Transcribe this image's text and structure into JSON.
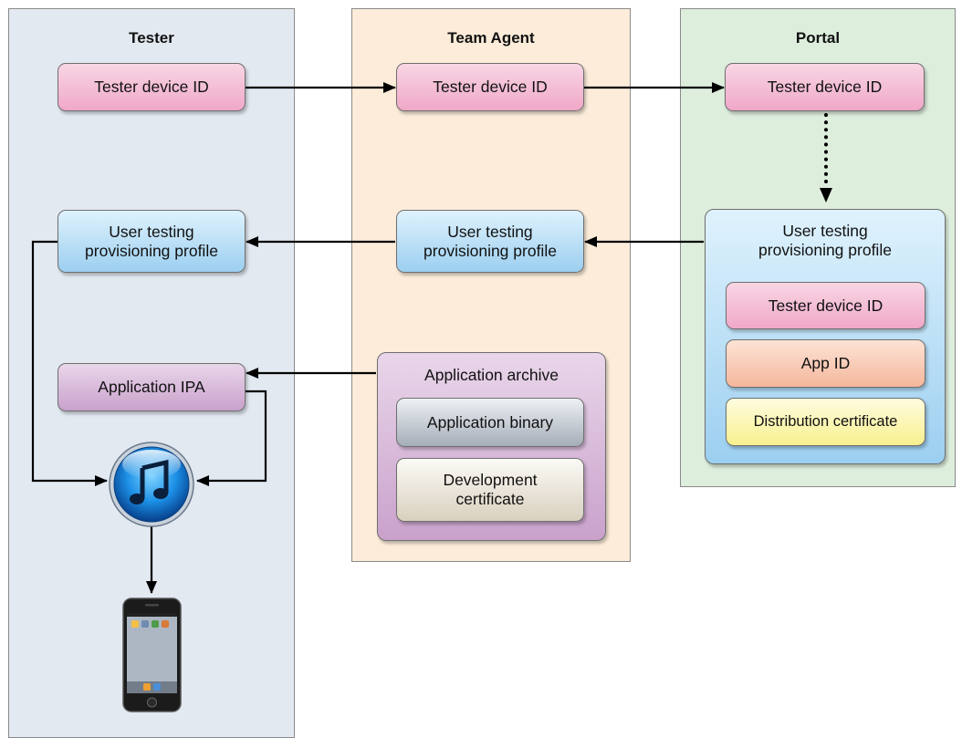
{
  "lanes": {
    "tester": "Tester",
    "team_agent": "Team Agent",
    "portal": "Portal"
  },
  "tester": {
    "device_id": "Tester device ID",
    "profile": "User testing\nprovisioning profile",
    "ipa": "Application IPA",
    "itunes_icon": "itunes-icon",
    "iphone_icon": "iphone-icon"
  },
  "team_agent": {
    "device_id": "Tester device ID",
    "profile": "User testing\nprovisioning profile",
    "archive": {
      "title": "Application archive",
      "binary": "Application binary",
      "certificate": "Development\ncertificate"
    }
  },
  "portal": {
    "device_id": "Tester device ID",
    "profile": {
      "title": "User testing\nprovisioning profile",
      "device_id": "Tester device ID",
      "app_id": "App ID",
      "certificate": "Distribution certificate"
    }
  },
  "colors": {
    "tester_lane": "#e3e9f1",
    "team_agent_lane": "#fcecd9",
    "portal_lane": "#ddeedd",
    "pink": "#f0a8c8",
    "blue": "#9ccff0",
    "purple": "#c9a1cb"
  }
}
